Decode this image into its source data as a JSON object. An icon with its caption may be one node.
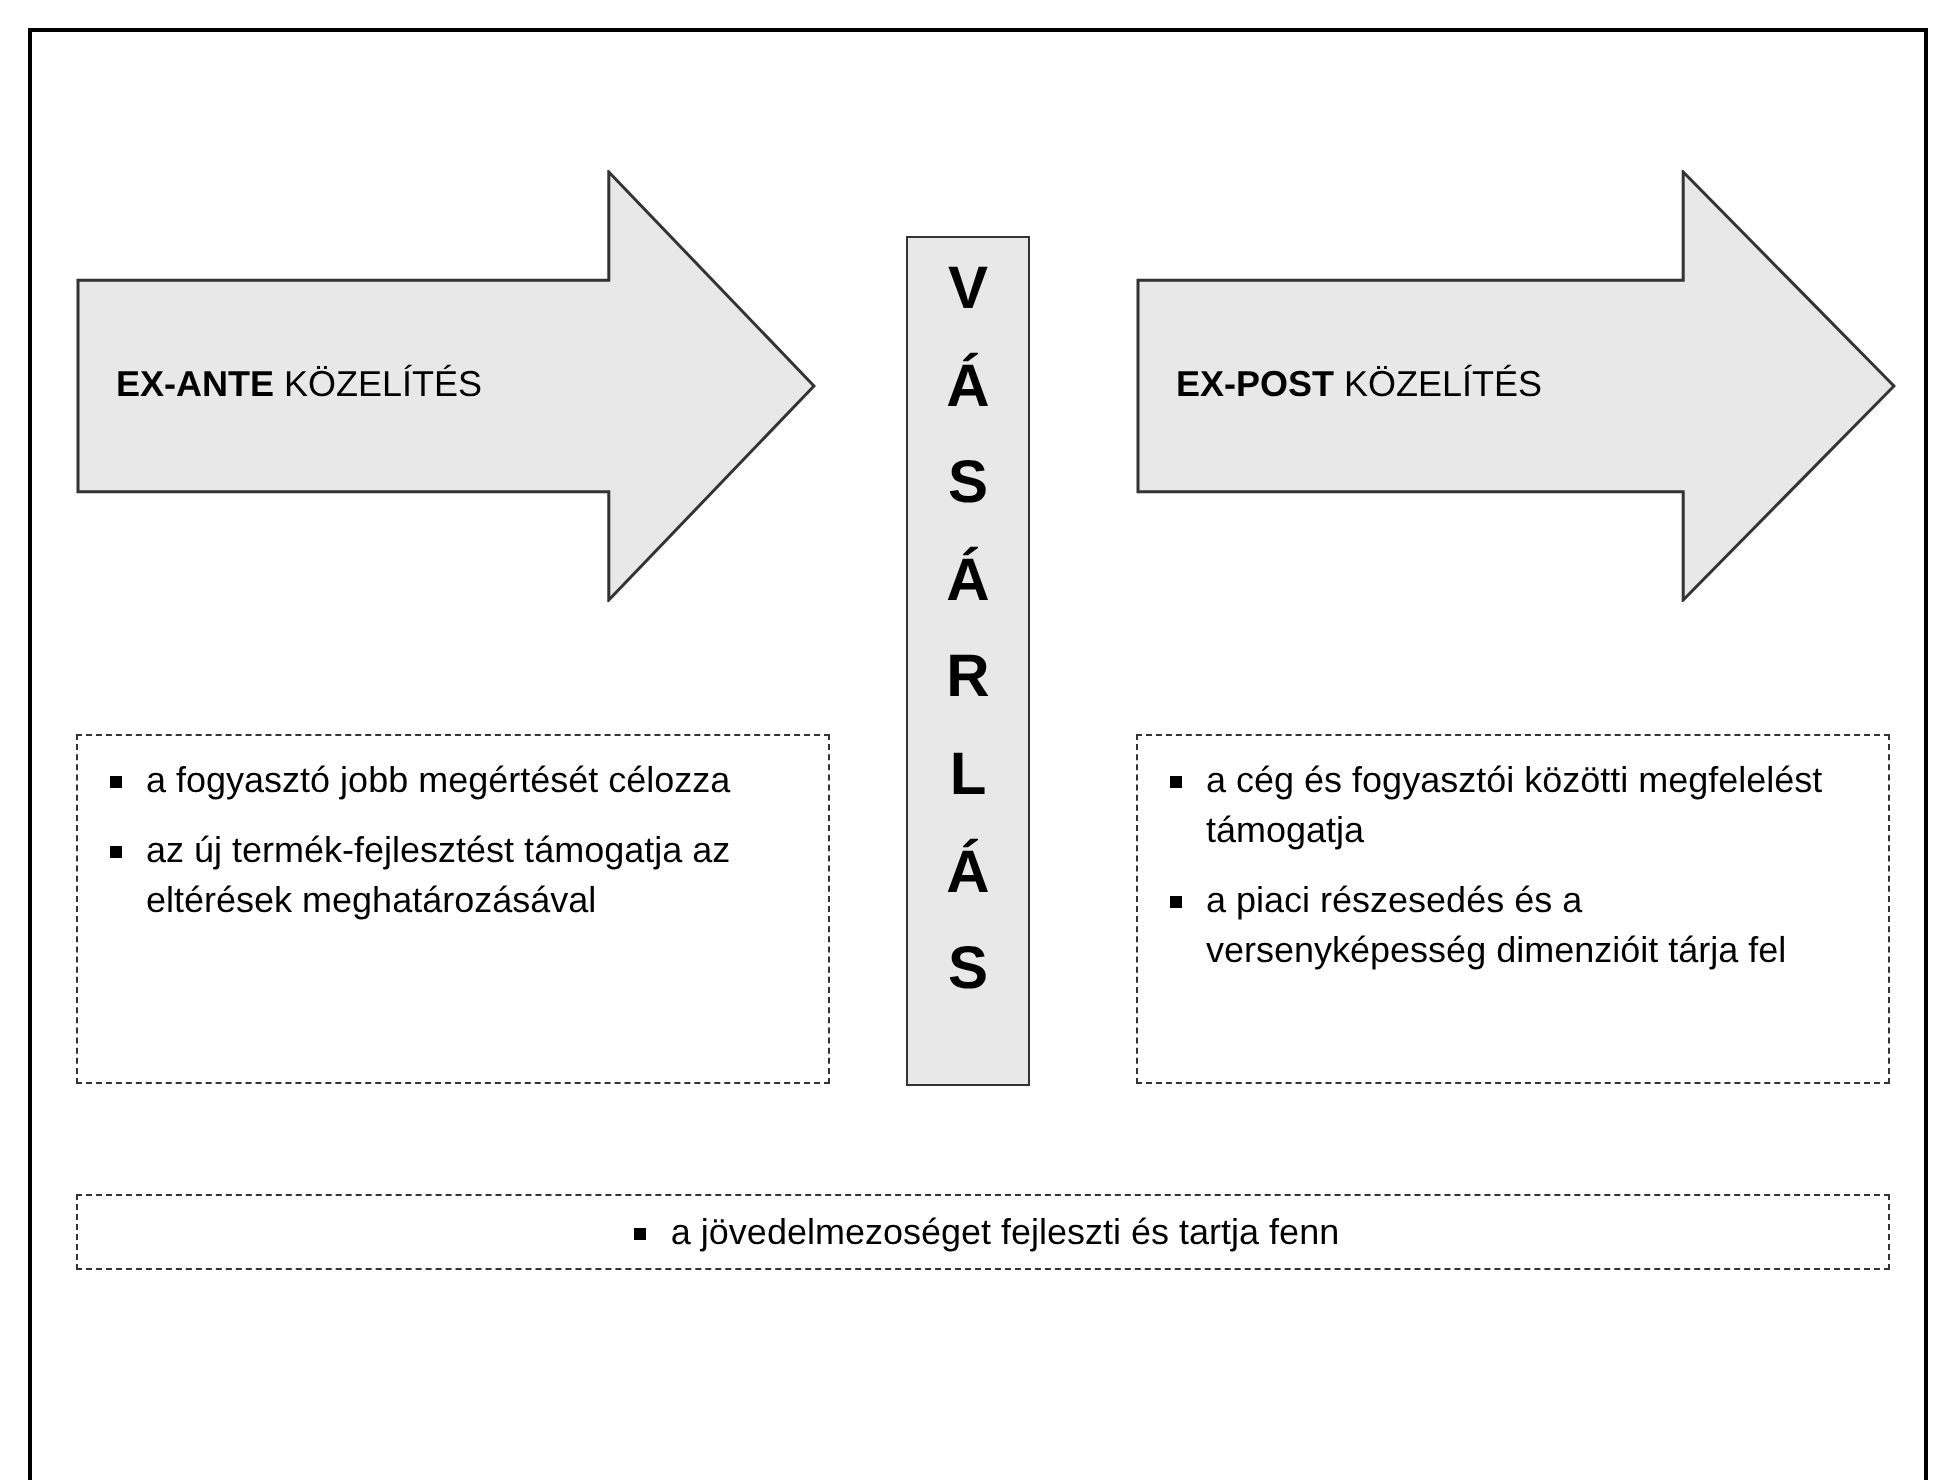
{
  "diagram": {
    "nodes": [
      {
        "text": [
          "**EX-ANTE** KÖZELÍTÉS"
        ]
      },
      {
        "text": [
          "VÁSÁRLÁS"
        ]
      },
      {
        "text": [
          "**EX-POST** KÖZELÍTÉS"
        ]
      },
      {
        "text": [
          "a fogyasztó jobb megértését célozza",
          "az új termék-fejlesztést támogatja az eltérések meghatározásával"
        ]
      },
      {
        "text": [
          "a cég és fogyasztói közötti megfelelést támogatja",
          "a piaci részesedés és a versenyképesség dimenzióit tárja fel"
        ]
      },
      {
        "text": [
          "a jövedelmezoséget fejleszti és tartja fenn"
        ]
      }
    ]
  }
}
